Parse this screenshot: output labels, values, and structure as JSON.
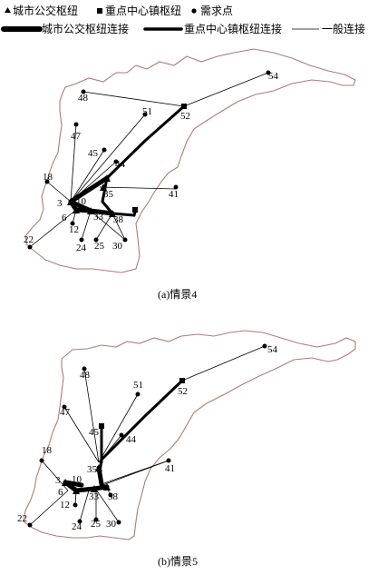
{
  "legend": {
    "city_hub": "城市公交枢纽",
    "key_town_hub": "重点中心镇枢纽",
    "demand_point": "需求点",
    "city_hub_link": "城市公交枢纽连接",
    "key_town_link": "重点中心镇枢纽连接",
    "general_link": "一般连接"
  },
  "captions": {
    "scenario4": "(a)情景4",
    "scenario5": "(b)情景5"
  },
  "colors": {
    "boundary": "#b07a78",
    "ink": "#000000"
  },
  "scenario4": {
    "labels": {
      "n54": "54",
      "n48": "48",
      "n51": "51",
      "n52": "52",
      "n47": "47",
      "n45": "45",
      "n44": "44",
      "n18": "18",
      "n35": "35",
      "n41": "41",
      "n3": "3",
      "n10": "10",
      "n6": "6",
      "n33": "33",
      "n38": "38",
      "n12": "12",
      "n22": "22",
      "n24": "24",
      "n25": "25",
      "n30": "30"
    }
  },
  "scenario5": {
    "labels": {
      "n54": "54",
      "n48": "48",
      "n51": "51",
      "n52": "52",
      "n47": "47",
      "n45": "45",
      "n44": "44",
      "n18": "18",
      "n35": "35",
      "n41": "41",
      "n3": "3",
      "n10": "10",
      "n6": "6",
      "n33": "33",
      "n38": "38",
      "n12": "12",
      "n22": "22",
      "n24": "24",
      "n25": "25",
      "n30": "30"
    }
  }
}
